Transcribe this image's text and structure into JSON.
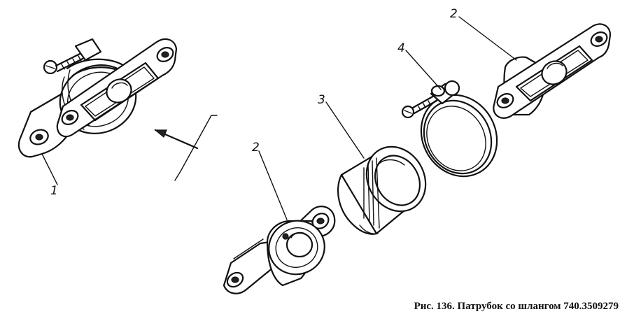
{
  "caption": "Рис. 136. Патрубок со шлангом 740.3509279",
  "callouts": [
    "1",
    "2",
    "3",
    "4",
    "2"
  ]
}
